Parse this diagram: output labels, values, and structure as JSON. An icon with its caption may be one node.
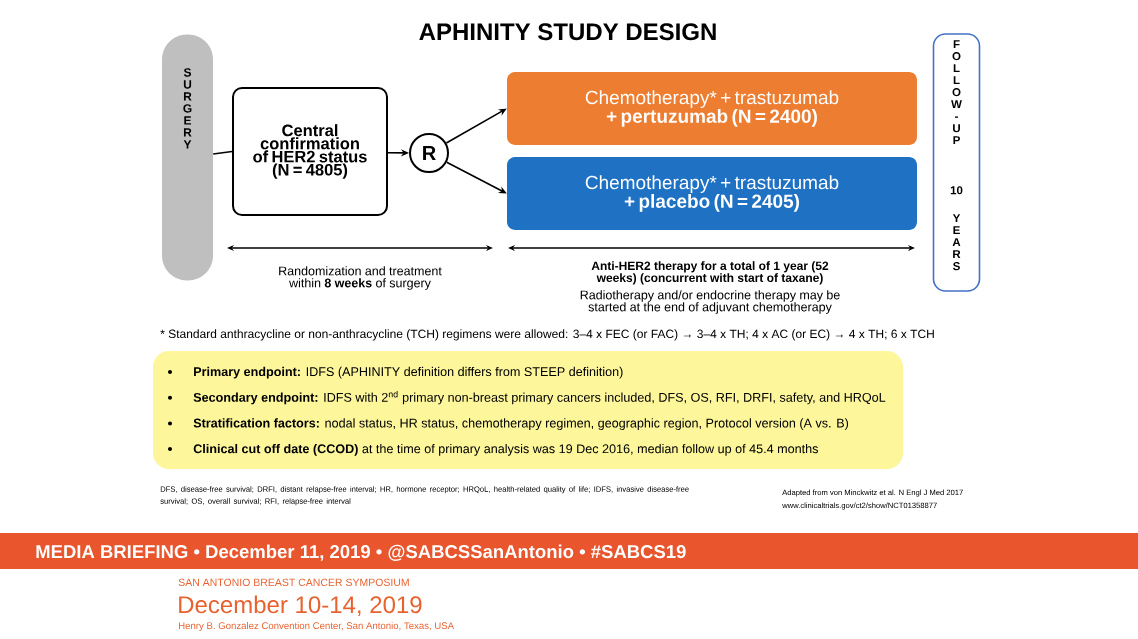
{
  "diagram": {
    "title": "APHINITY STUDY DESIGN",
    "nodes": [
      {
        "text": [
          "S U R G E R Y"
        ]
      },
      {
        "text": [
          "Central confirmation of HER2 status (N = 4805)"
        ]
      },
      {
        "text": [
          "R"
        ]
      },
      {
        "text": [
          "Chemotherapy* + trastuzumab **+ pertuzumab (N = 2400)**"
        ]
      },
      {
        "text": [
          "Chemotherapy* + trastuzumab **+ placebo (N = 2405)**"
        ]
      },
      {
        "text": [
          "F O L L O W - U P",
          "10",
          "Y E A R S"
        ]
      },
      {
        "text": [
          "**Primary endpoint:** IDFS (APHINITY definition differs from STEEP definition)",
          "**Secondary endpoint:** IDFS with 2$^{nd}$ primary non-breast primary cancers included, DFS, OS, RFI, DRFI, safety, and HRQoL",
          "**Stratification factors:** nodal status, HR status, chemotherapy regimen, geographic region, Protocol version (A vs. B)",
          "**Clinical cut off date (CCOD)** at the time of primary analysis was 19 Dec 2016, median follow up of 45.4 months"
        ]
      },
      {
        "text": [
          "MEDIA BRIEFING  •  December 11, 2019  •  @SABCSSanAntonio  •  #SABCS19"
        ]
      }
    ],
    "edges": [
      {
        "from": 0,
        "to": 1,
        "arrow": "none"
      },
      {
        "from": 1,
        "to": 2,
        "arrow": "to"
      },
      {
        "from": 2,
        "to": 3,
        "arrow": "to"
      },
      {
        "from": 2,
        "to": 4,
        "arrow": "to"
      }
    ],
    "labels": [
      "Randomization and treatment within **8 weeks** of surgery",
      "Anti-HER2 therapy for a total of 1 year (52 weeks) (concurrent with start of taxane)",
      "Radiotherapy and/or endocrine therapy may be started at the end of adjuvant chemotherapy",
      "* Standard anthracycline or non-anthracycline (TCH) regimens were allowed: 3–4 x FEC (or FAC) → 3–4 x TH; 4 x AC (or EC) → 4 x TH; 6 x TCH",
      "DFS, disease-free survival; DRFI, distant relapse-free interval; HR, hormone receptor; HRQoL, health-related quality of life; IDFS, invasive disease-free survival; OS, overall survival; RFI, relapse-free interval",
      "Adapted from von Minckwitz et al. N Engl J Med 2017",
      "www.clinicaltrials.gov/ct2/show/NCT01358877",
      "SAN ANTONIO BREAST CANCER SYMPOSIUM",
      "December 10-14, 2019",
      "Henry B. Gonzalez Convention Center, San Antonio, Texas, USA"
    ]
  }
}
